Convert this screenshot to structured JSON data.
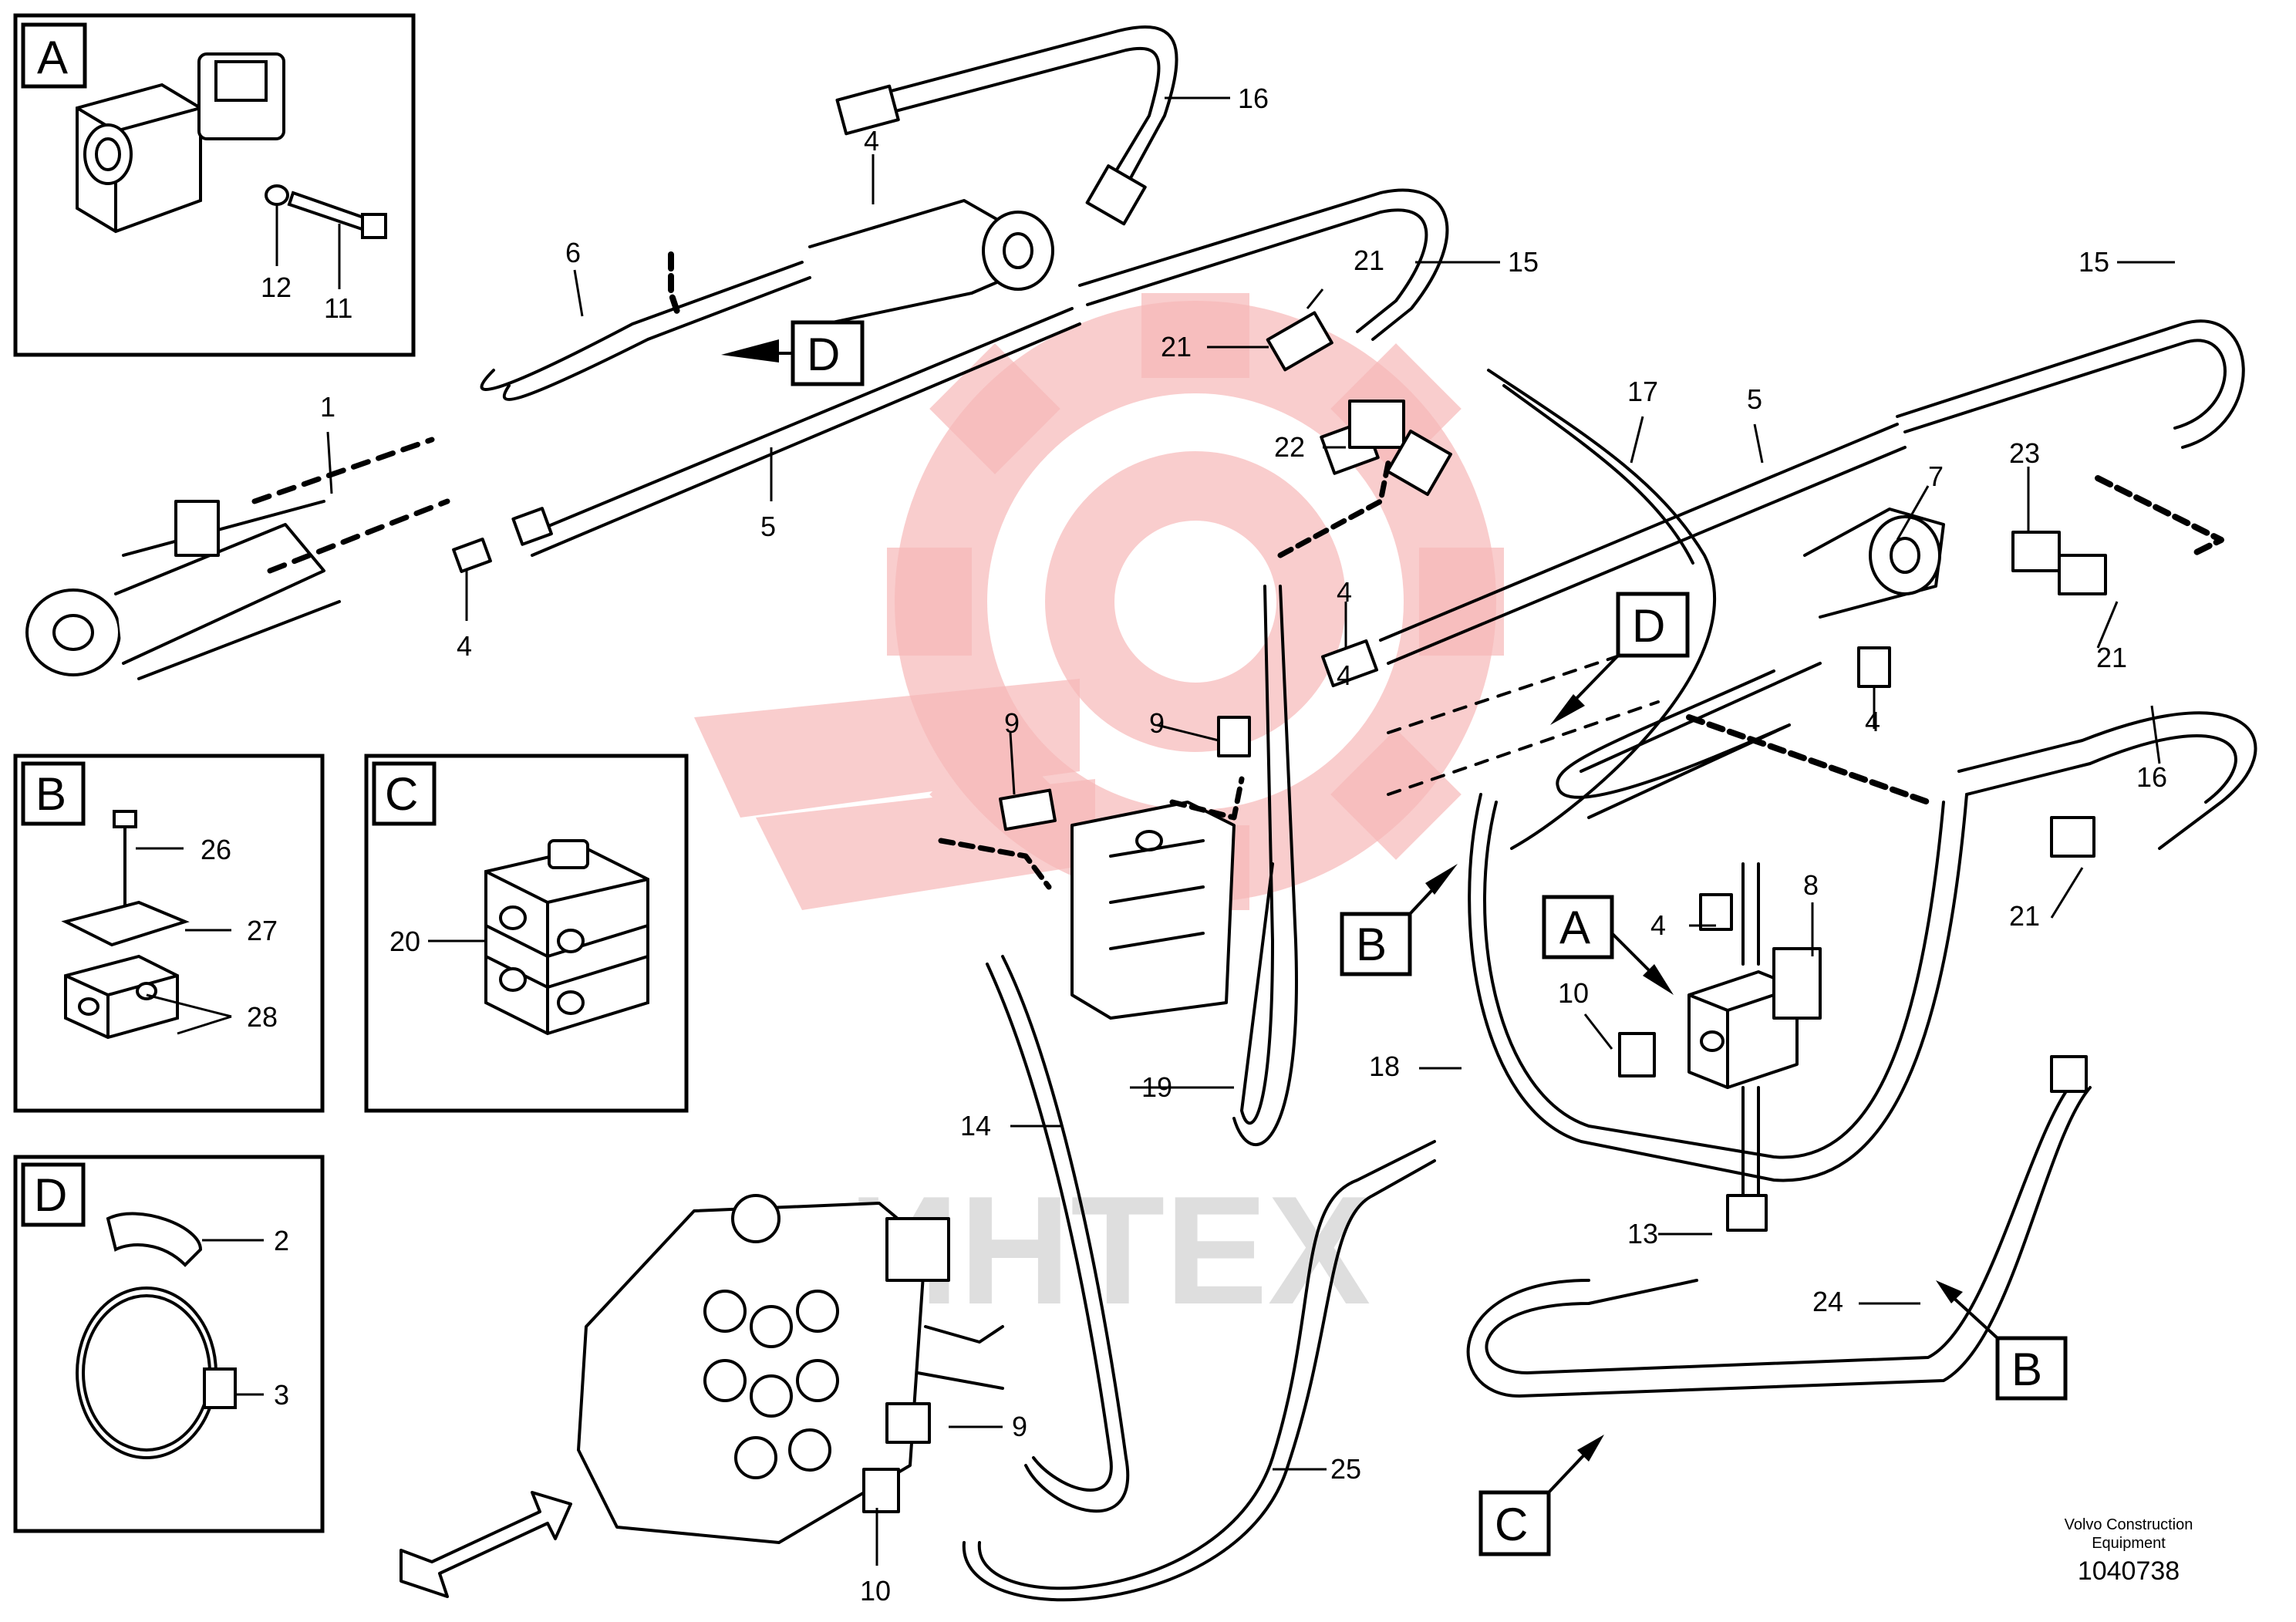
{
  "watermark": {
    "text": "ИНТЕХ",
    "text_color": "#d9d9d9",
    "gear_color": "#f6b8b8"
  },
  "inset_boxes": [
    {
      "letter": "A",
      "parts": [
        "12",
        "11"
      ]
    },
    {
      "letter": "B",
      "parts": [
        "26",
        "27",
        "28"
      ]
    },
    {
      "letter": "C",
      "parts": [
        "20"
      ]
    },
    {
      "letter": "D",
      "parts": [
        "2",
        "3"
      ]
    }
  ],
  "view_markers": [
    "A",
    "B",
    "C",
    "D"
  ],
  "callouts": [
    "1",
    "2",
    "3",
    "4",
    "5",
    "6",
    "7",
    "8",
    "9",
    "10",
    "11",
    "12",
    "13",
    "14",
    "15",
    "16",
    "17",
    "18",
    "19",
    "20",
    "21",
    "22",
    "23",
    "24",
    "25",
    "26",
    "27",
    "28"
  ],
  "credit": {
    "line1": "Volvo Construction",
    "line2": "Equipment",
    "code": "1040738"
  },
  "colors": {
    "line": "#000000",
    "background": "#ffffff"
  }
}
